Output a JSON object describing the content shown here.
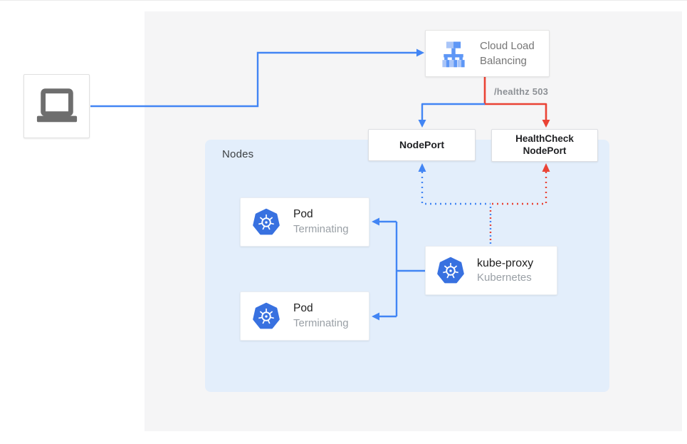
{
  "diagram": {
    "client": {
      "icon": "laptop-icon"
    },
    "cloud_load_balancing": {
      "label": "Cloud Load Balancing",
      "icon": "cloud-load-balancing-icon"
    },
    "edge_labels": {
      "healthz": "/healthz 503"
    },
    "nodeport": {
      "label": "NodePort"
    },
    "healthcheck_nodeport": {
      "label": "HealthCheck NodePort"
    },
    "nodes_container": {
      "label": "Nodes"
    },
    "pods": [
      {
        "title": "Pod",
        "subtitle": "Terminating",
        "icon": "kubernetes-icon"
      },
      {
        "title": "Pod",
        "subtitle": "Terminating",
        "icon": "kubernetes-icon"
      }
    ],
    "kube_proxy": {
      "title": "kube-proxy",
      "subtitle": "Kubernetes",
      "icon": "kubernetes-icon"
    },
    "edges": [
      {
        "from": "client",
        "to": "cloud-load-balancing",
        "style": "solid",
        "color": "#4285f4"
      },
      {
        "from": "cloud-load-balancing",
        "to": "nodeport",
        "style": "solid",
        "color": "#4285f4"
      },
      {
        "from": "cloud-load-balancing",
        "to": "healthcheck-nodeport",
        "style": "solid",
        "color": "#ea4335",
        "label": "/healthz 503"
      },
      {
        "from": "kube-proxy",
        "to": "nodeport",
        "style": "dotted",
        "color": "#4285f4"
      },
      {
        "from": "kube-proxy",
        "to": "healthcheck-nodeport",
        "style": "dotted",
        "color": "#ea4335"
      },
      {
        "from": "kube-proxy",
        "to": "pod-1",
        "style": "solid",
        "color": "#4285f4"
      },
      {
        "from": "kube-proxy",
        "to": "pod-2",
        "style": "solid",
        "color": "#4285f4"
      }
    ],
    "colors": {
      "blue": "#4285f4",
      "red": "#ea4335",
      "nodes_bg": "#e3eefb",
      "panel_bg": "#f5f5f6",
      "title_text": "#212121",
      "subtitle_text": "#9aa0a6",
      "kubernetes_blue": "#3871e0",
      "laptop_gray": "#6e6e6e",
      "lb_icon_light": "#a9c5f8",
      "lb_icon_medium": "#5e97f6"
    }
  }
}
